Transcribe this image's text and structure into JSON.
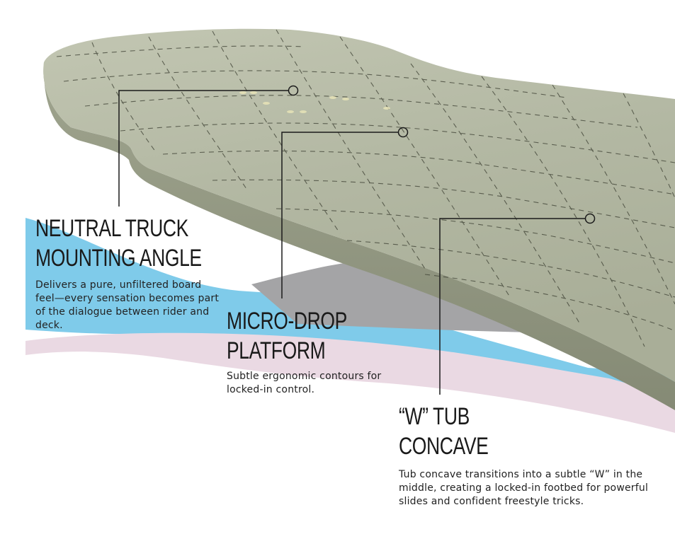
{
  "features": [
    {
      "title_line1": "NEUTRAL TRUCK",
      "title_line2": "MOUNTING ANGLE",
      "description": "Delivers a pure, unfiltered board feel—every sensation becomes part of the dialogue between rider and deck."
    },
    {
      "title_line1": "MICRO-DROP",
      "title_line2": "PLATFORM",
      "description": "Subtle ergonomic contours for locked-in control."
    },
    {
      "title_line1": "“W” TUB",
      "title_line2": "CONCAVE",
      "description": "Tub concave transitions into a subtle “W” in the middle, creating a locked-in footbed for powerful slides and confident freestyle tricks."
    }
  ],
  "colors": {
    "deck": "#b3b8a3",
    "deck_edge": "#8f947f",
    "blue_wave": "#7fcbea",
    "pink_wave": "#ead9e3",
    "gray_shadow": "#a4a4a6",
    "callout_line": "#1a1a1a"
  }
}
